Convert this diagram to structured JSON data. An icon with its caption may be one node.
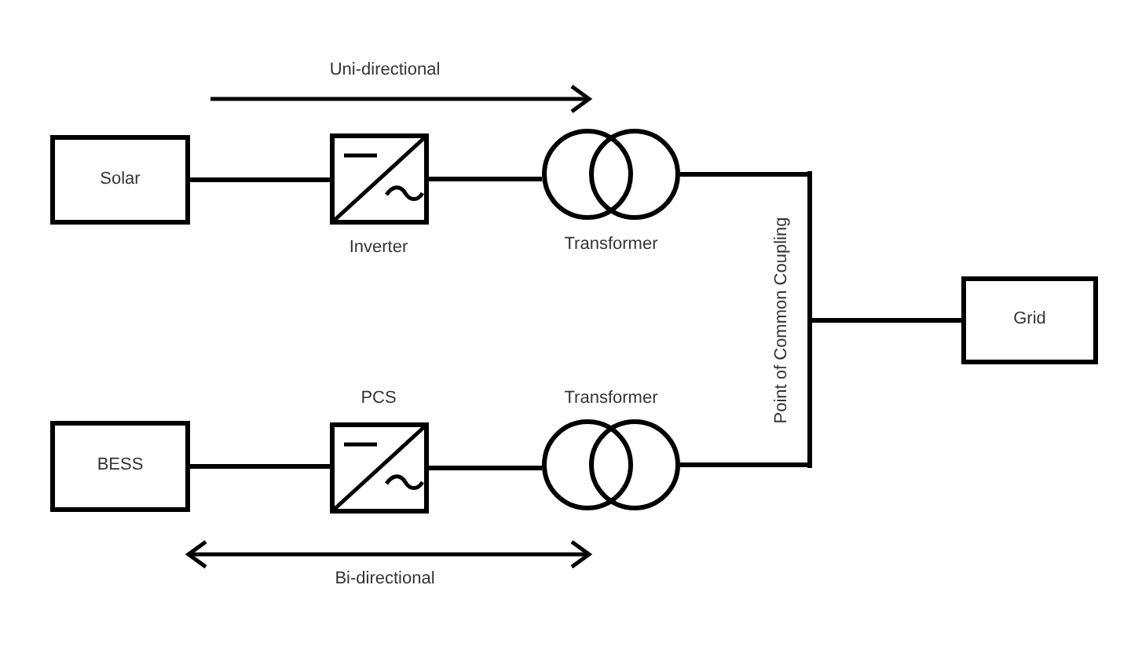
{
  "diagram": {
    "nodes": [
      {
        "text": [
          "Solar"
        ]
      },
      {
        "text": [],
        "shape": "box",
        "beside": [
          "Inverter"
        ]
      },
      {
        "text": [],
        "shape": "circle",
        "beside": [
          "Transformer"
        ]
      },
      {
        "text": [],
        "shape": "bar",
        "beside": [
          "Point of Common Coupling"
        ]
      },
      {
        "text": [
          "Grid"
        ]
      },
      {
        "text": [
          "BESS"
        ]
      },
      {
        "text": [],
        "shape": "box",
        "beside": [
          "PCS"
        ]
      },
      {
        "text": [],
        "shape": "circle",
        "beside": [
          "Transformer"
        ]
      }
    ],
    "edges": [
      {
        "from": 0,
        "to": 1,
        "arrow": "none"
      },
      {
        "from": 1,
        "to": 2,
        "arrow": "none"
      },
      {
        "from": 2,
        "to": 3,
        "arrow": "none"
      },
      {
        "from": 3,
        "to": 4,
        "arrow": "none"
      },
      {
        "from": 5,
        "to": 6,
        "arrow": "none"
      },
      {
        "from": 6,
        "to": 7,
        "arrow": "none"
      },
      {
        "from": 7,
        "to": 3,
        "arrow": "none"
      }
    ],
    "labels": [
      "Uni-directional",
      "Bi-directional"
    ]
  }
}
